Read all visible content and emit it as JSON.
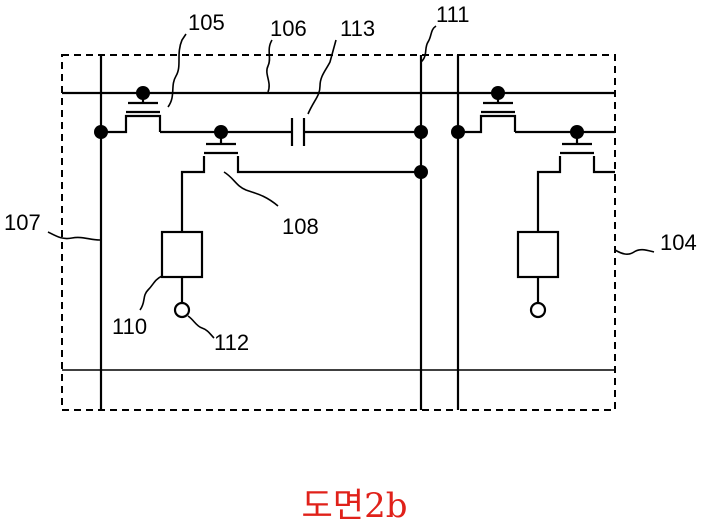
{
  "labels": {
    "l105": "105",
    "l106": "106",
    "l113": "113",
    "l111": "111",
    "l107": "107",
    "l108": "108",
    "l104": "104",
    "l110": "110",
    "l112": "112"
  },
  "caption": "도면2b",
  "colors": {
    "line": "#000000",
    "caption": "#e0211a"
  }
}
